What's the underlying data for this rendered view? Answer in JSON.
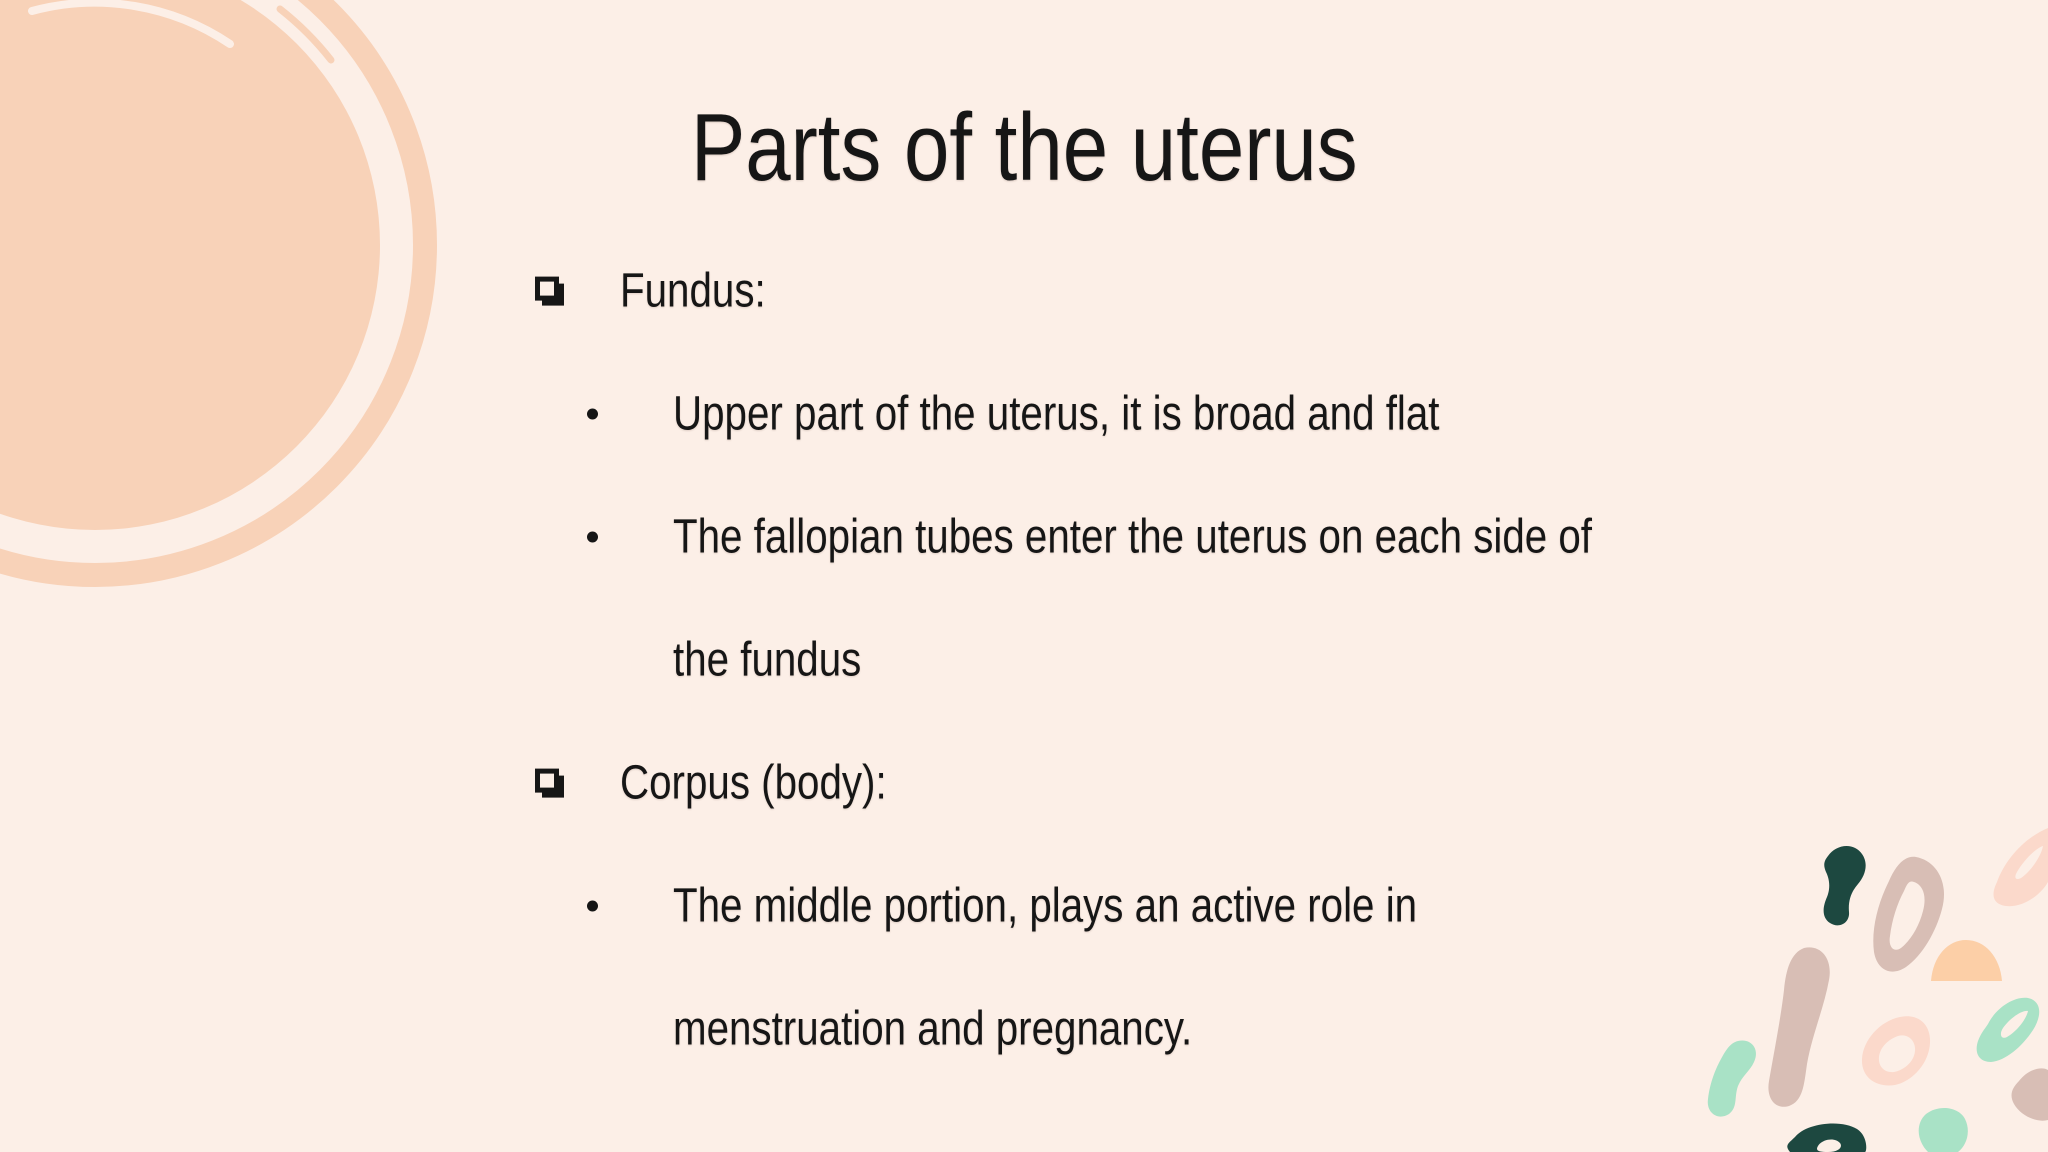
{
  "slide": {
    "title": "Parts of the uterus",
    "colors": {
      "background": "#fcefe7",
      "text": "#161616",
      "brush_peach": "#f8d2b8",
      "confetti_dark_green": "#1d4840",
      "confetti_mauve": "#d8beb5",
      "confetti_peach": "#fccfa7",
      "confetti_mint": "#a9e2c6",
      "confetti_light_pink": "#fbd9cb"
    },
    "content": {
      "items": [
        {
          "level": 1,
          "marker": "checkbox",
          "lines": [
            "Fundus:"
          ]
        },
        {
          "level": 2,
          "marker": "dot",
          "lines": [
            "Upper part of the uterus, it is broad and flat"
          ]
        },
        {
          "level": 2,
          "marker": "dot",
          "lines": [
            "The fallopian tubes enter the uterus on each side of",
            "the fundus"
          ]
        },
        {
          "level": 1,
          "marker": "checkbox",
          "lines": [
            "Corpus (body):"
          ]
        },
        {
          "level": 2,
          "marker": "dot",
          "lines": [
            "The middle portion, plays an active role in",
            "menstruation and pregnancy."
          ]
        }
      ]
    }
  }
}
